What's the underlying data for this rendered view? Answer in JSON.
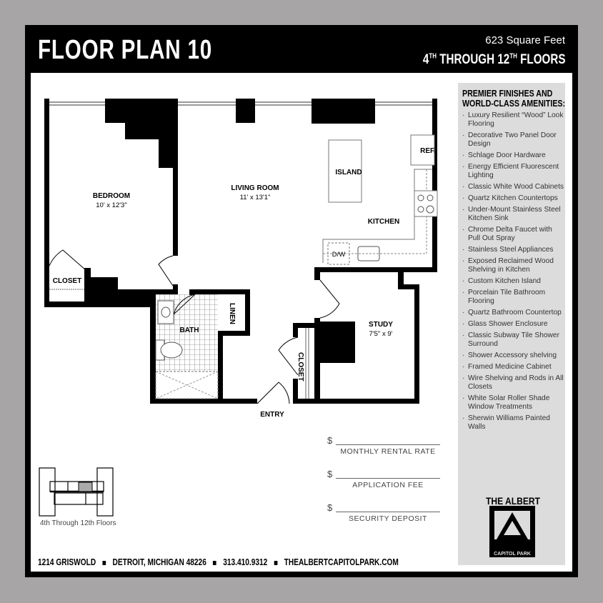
{
  "header": {
    "title": "FLOOR PLAN 10",
    "square_feet": "623 Square Feet",
    "floors_prefix": "4",
    "floors_sup1": "TH",
    "floors_middle": " THROUGH 12",
    "floors_sup2": "TH",
    "floors_suffix": " FLOORS"
  },
  "plan": {
    "rooms": {
      "bedroom": "BEDROOM",
      "bedroom_dim": "10' x 12'3\"",
      "living": "LIVING ROOM",
      "living_dim": "11' x 13'1\"",
      "island": "ISLAND",
      "ref": "REF.",
      "kitchen": "KITCHEN",
      "dw": "D/W",
      "closet1": "CLOSET",
      "bath": "BATH",
      "linen": "LINEN",
      "study": "STUDY",
      "study_dim": "7'5\" x 9'",
      "closet2": "CLOSET",
      "entry": "ENTRY"
    }
  },
  "key_plan": {
    "caption": "4th Through 12th Floors",
    "highlight_color": "#aaaaaa"
  },
  "form": [
    {
      "symbol": "$",
      "label": "MONTHLY RENTAL RATE"
    },
    {
      "symbol": "$",
      "label": "APPLICATION FEE"
    },
    {
      "symbol": "$",
      "label": "SECURITY DEPOSIT"
    }
  ],
  "amenities": {
    "heading_line1": "PREMIER FINISHES AND",
    "heading_line2": "WORLD-CLASS AMENITIES:",
    "items": [
      "Luxury Resilient “Wood” Look Flooring",
      "Decorative Two Panel Door Design",
      "Schlage Door Hardware",
      "Energy Efficient Fluorescent Lighting",
      "Classic White Wood Cabinets",
      "Quartz Kitchen Countertops",
      "Under-Mount Stainless Steel Kitchen Sink",
      "Chrome Delta Faucet with Pull Out Spray",
      "Stainless Steel Appliances",
      "Exposed Reclaimed Wood Shelving in Kitchen",
      "Custom Kitchen Island",
      "Porcelain Tile Bathroom Flooring",
      "Quartz Bathroom Countertop",
      "Glass Shower Enclosure",
      "Classic Subway Tile Shower Surround",
      "Shower Accessory shelving",
      "Framed Medicine Cabinet",
      "Wire Shelving and Rods in All Closets",
      "White Solar Roller Shade Window Treatments",
      "Sherwin Williams Painted Walls"
    ]
  },
  "logo": {
    "line1": "THE ALBERT",
    "line2": "CAPITOL PARK"
  },
  "footer": {
    "address": "1214 GRISWOLD",
    "city": "DETROIT, MICHIGAN 48226",
    "phone": "313.410.9312",
    "website": "THEALBERTCAPITOLPARK.COM"
  },
  "colors": {
    "frame": "#000000",
    "background": "#a8a5a6",
    "panel": "#dcdcdc"
  }
}
